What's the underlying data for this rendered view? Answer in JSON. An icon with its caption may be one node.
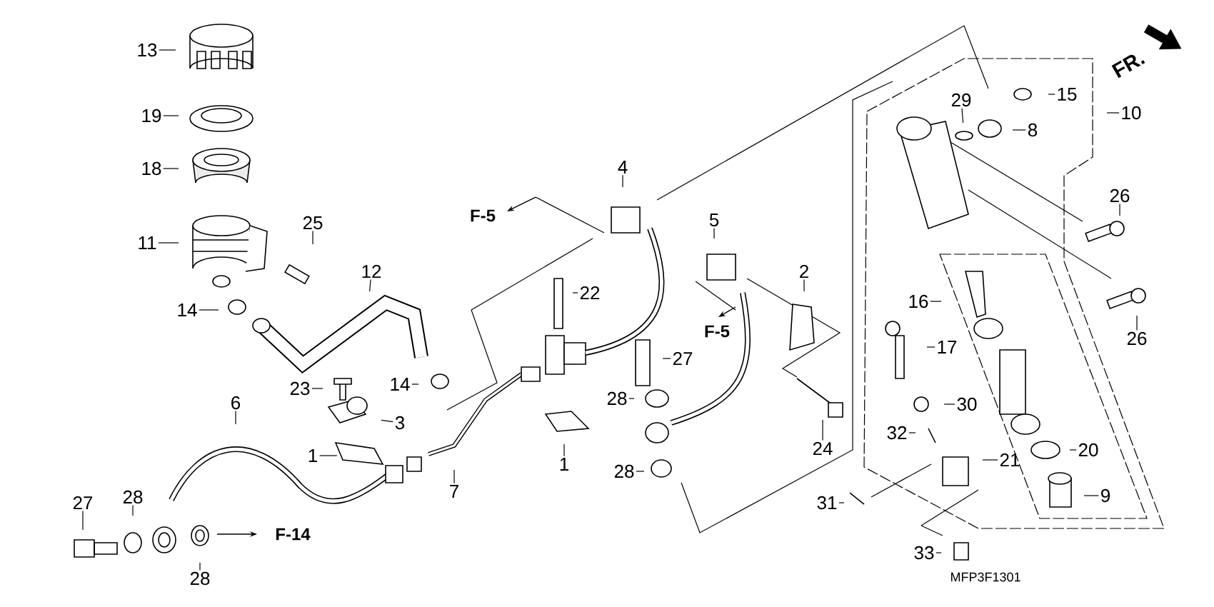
{
  "diagram": {
    "nodes": [
      {
        "text": [
          "13"
        ]
      },
      {
        "text": [
          "19"
        ]
      },
      {
        "text": [
          "18"
        ]
      },
      {
        "text": [
          "11"
        ]
      },
      {
        "text": [
          "25"
        ]
      },
      {
        "text": [
          "14"
        ]
      },
      {
        "text": [
          "12"
        ]
      },
      {
        "text": [
          "6"
        ]
      },
      {
        "text": [
          "23"
        ]
      },
      {
        "text": [
          "3"
        ]
      },
      {
        "text": [
          "1"
        ]
      },
      {
        "text": [
          "27"
        ]
      },
      {
        "text": [
          "28"
        ]
      },
      {
        "text": [
          "28"
        ]
      },
      {
        "text": [
          "14"
        ]
      },
      {
        "text": [
          "7"
        ]
      },
      {
        "text": [
          "22"
        ]
      },
      {
        "text": [
          "4"
        ]
      },
      {
        "text": [
          "5"
        ]
      },
      {
        "text": [
          "2"
        ]
      },
      {
        "text": [
          "27"
        ]
      },
      {
        "text": [
          "28"
        ]
      },
      {
        "text": [
          "24"
        ]
      },
      {
        "text": [
          "1"
        ]
      },
      {
        "text": [
          "28"
        ]
      },
      {
        "text": [
          "16"
        ]
      },
      {
        "text": [
          "17"
        ]
      },
      {
        "text": [
          "30"
        ]
      },
      {
        "text": [
          "32"
        ]
      },
      {
        "text": [
          "31"
        ]
      },
      {
        "text": [
          "21"
        ]
      },
      {
        "text": [
          "20"
        ]
      },
      {
        "text": [
          "9"
        ]
      },
      {
        "text": [
          "33"
        ]
      },
      {
        "text": [
          "29"
        ]
      },
      {
        "text": [
          "15"
        ]
      },
      {
        "text": [
          "8"
        ]
      },
      {
        "text": [
          "10"
        ]
      },
      {
        "text": [
          "26"
        ]
      },
      {
        "text": [
          "26"
        ]
      }
    ],
    "edges": [
      {
        "from": 0,
        "to": null,
        "arrow": "none"
      },
      {
        "from": 1,
        "to": null,
        "arrow": "none"
      },
      {
        "from": 2,
        "to": null,
        "arrow": "none"
      },
      {
        "from": 3,
        "to": null,
        "arrow": "none"
      },
      {
        "from": 4,
        "to": null,
        "arrow": "none"
      },
      {
        "from": 5,
        "to": null,
        "arrow": "none"
      },
      {
        "from": 6,
        "to": null,
        "arrow": "none"
      },
      {
        "from": 7,
        "to": null,
        "arrow": "none"
      },
      {
        "from": 8,
        "to": null,
        "arrow": "none"
      },
      {
        "from": 9,
        "to": null,
        "arrow": "none"
      },
      {
        "from": 10,
        "to": null,
        "arrow": "none"
      },
      {
        "from": 11,
        "to": null,
        "arrow": "none"
      },
      {
        "from": 12,
        "to": null,
        "arrow": "none"
      },
      {
        "from": 13,
        "to": null,
        "arrow": "none"
      },
      {
        "from": 14,
        "to": null,
        "arrow": "none"
      },
      {
        "from": 15,
        "to": null,
        "arrow": "none"
      },
      {
        "from": 16,
        "to": null,
        "arrow": "none"
      },
      {
        "from": 17,
        "to": null,
        "arrow": "none"
      },
      {
        "from": 18,
        "to": null,
        "arrow": "none"
      },
      {
        "from": 19,
        "to": null,
        "arrow": "none"
      },
      {
        "from": 20,
        "to": null,
        "arrow": "none"
      },
      {
        "from": 21,
        "to": null,
        "arrow": "none"
      },
      {
        "from": 22,
        "to": null,
        "arrow": "none"
      },
      {
        "from": 23,
        "to": null,
        "arrow": "none"
      },
      {
        "from": 24,
        "to": null,
        "arrow": "none"
      },
      {
        "from": 25,
        "to": null,
        "arrow": "none"
      },
      {
        "from": 26,
        "to": null,
        "arrow": "none"
      },
      {
        "from": 27,
        "to": null,
        "arrow": "none"
      },
      {
        "from": 28,
        "to": null,
        "arrow": "none"
      },
      {
        "from": 29,
        "to": null,
        "arrow": "none"
      },
      {
        "from": 30,
        "to": null,
        "arrow": "none"
      },
      {
        "from": 31,
        "to": null,
        "arrow": "none"
      },
      {
        "from": 32,
        "to": null,
        "arrow": "none"
      },
      {
        "from": 33,
        "to": null,
        "arrow": "none"
      },
      {
        "from": 34,
        "to": null,
        "arrow": "none"
      },
      {
        "from": 35,
        "to": null,
        "arrow": "none"
      },
      {
        "from": 36,
        "to": null,
        "arrow": "none"
      },
      {
        "from": 37,
        "to": null,
        "arrow": "none"
      },
      {
        "from": 38,
        "to": null,
        "arrow": "none"
      },
      {
        "from": 39,
        "to": null,
        "arrow": "none"
      }
    ],
    "labels": [
      "FR.",
      "F-5",
      "F-5",
      "F-14",
      "MFP3F1301"
    ]
  }
}
